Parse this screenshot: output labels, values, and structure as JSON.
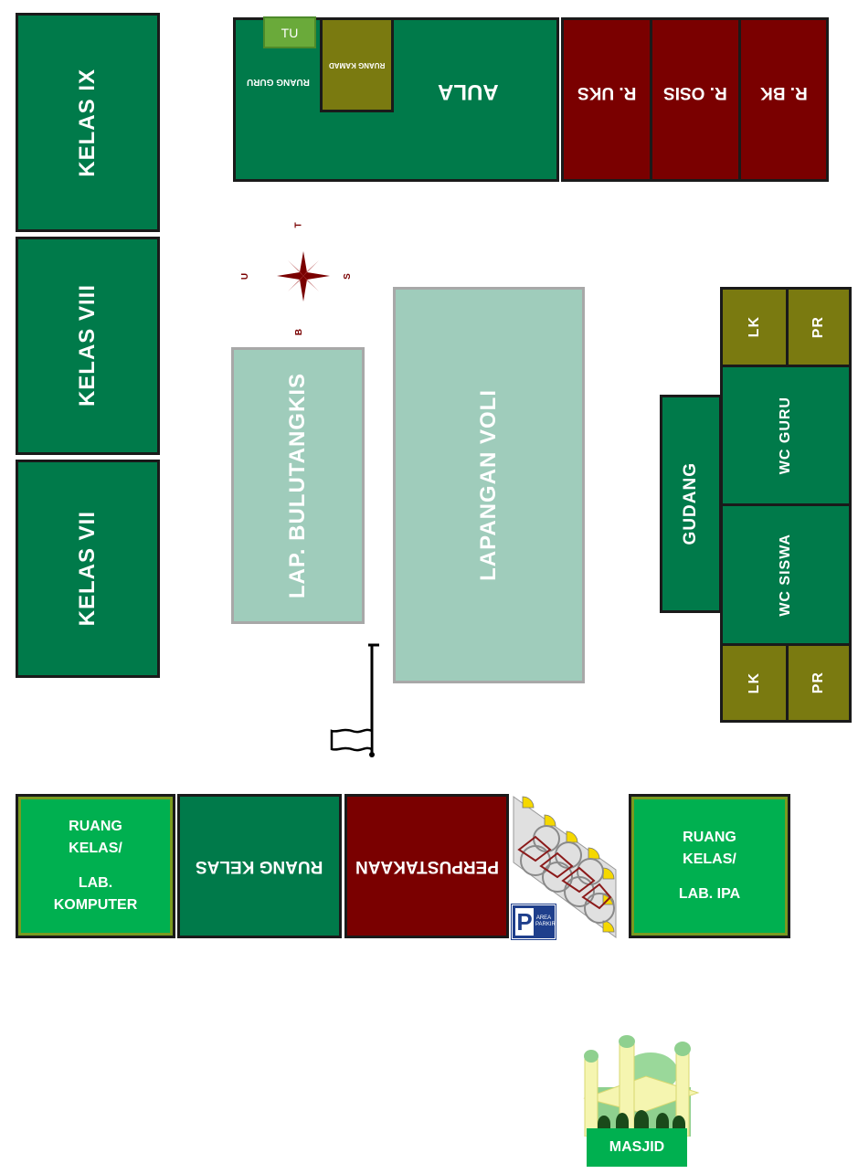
{
  "rooms": {
    "kelas_ix": "KELAS IX",
    "kelas_viii": "KELAS VIII",
    "kelas_vii": "KELAS VII",
    "tu": "TU",
    "ruang_guru": "RUANG GURU",
    "ruang_kamad": "RUANG KAMAD",
    "aula": "AULA",
    "r_uks": "R. UKS",
    "r_osis": "R. OSIS",
    "r_bk": "R. BK",
    "lap_bulutangkis": "LAP. BULUTANGKIS",
    "lapangan_voli": "LAPANGAN VOLI",
    "lk_top": "LK",
    "pr_top": "PR",
    "wc_guru": "WC GURU",
    "gudang": "GUDANG",
    "wc_siswa": "WC SISWA",
    "lk_bottom": "LK",
    "pr_bottom": "PR",
    "lab_komputer_line1": "RUANG",
    "lab_komputer_line2": "KELAS/",
    "lab_komputer_line3": "LAB.",
    "lab_komputer_line4": "KOMPUTER",
    "ruang_kelas": "RUANG KELAS",
    "perpustakaan": "PERPUSTAKAAN",
    "lab_ipa_line1": "RUANG",
    "lab_ipa_line2": "KELAS/",
    "lab_ipa_line3": "LAB. IPA",
    "masjid": "MASJID"
  },
  "compass": {
    "north": "U",
    "east": "T",
    "south": "S",
    "west": "B"
  },
  "parking": {
    "sign_letter": "P",
    "sign_text": "AREA PARKIR"
  },
  "colors": {
    "dark_green": "#007a4a",
    "maroon": "#7a0000",
    "olive": "#7a7a10",
    "field": "#9fccbb",
    "bright_green": "#00b050",
    "tu_green": "#6aaa3a"
  },
  "icons": [
    "compass-rose-icon",
    "flag-icon",
    "bicycle-parking-icon",
    "parking-sign-icon",
    "mosque-icon"
  ]
}
